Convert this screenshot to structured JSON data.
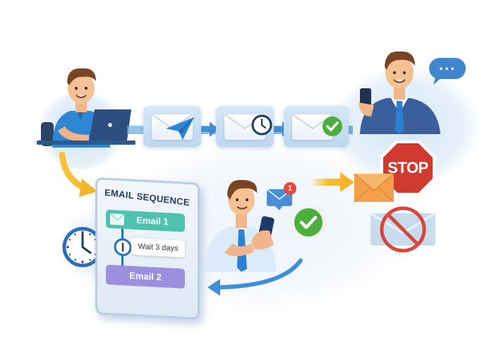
{
  "scene": {
    "title": "Email sequence automation workflow",
    "background": "#ffffff"
  },
  "sender": {
    "label": "Person working on laptop",
    "shirt_color": "#2f86d4",
    "laptop_color": "#2d4f80"
  },
  "top_flow": {
    "steps": [
      {
        "icon": "paper-plane-icon",
        "label": "Email sent"
      },
      {
        "icon": "clock-icon",
        "label": "Email waiting"
      },
      {
        "icon": "check-icon",
        "label": "Email delivered"
      }
    ],
    "arrow_color": "#3f8fd6"
  },
  "recipient_top": {
    "label": "Businessman holding phone",
    "suit_color": "#3a5f9a",
    "tie_color": "#2d7fd0",
    "speech_bubble": "..."
  },
  "sequence": {
    "title": "EMAIL SEQUENCE",
    "items": [
      {
        "label": "Email 1",
        "color": "#4fc2ae"
      },
      {
        "label": "Wait 3 days",
        "color": "#ffffff"
      },
      {
        "label": "Email 2",
        "color": "#9d8fe0"
      }
    ]
  },
  "reader": {
    "label": "Man reading email on phone",
    "notification_count": "1",
    "check_color": "#4caf3d"
  },
  "stop": {
    "sign_text": "STOP",
    "sign_color": "#cf3b2f",
    "envelope_color": "#f2a04a",
    "blocked_icon": "no-email-icon"
  },
  "arrows": {
    "yellow": "#f5c23a",
    "blue": "#3f8fd6"
  }
}
